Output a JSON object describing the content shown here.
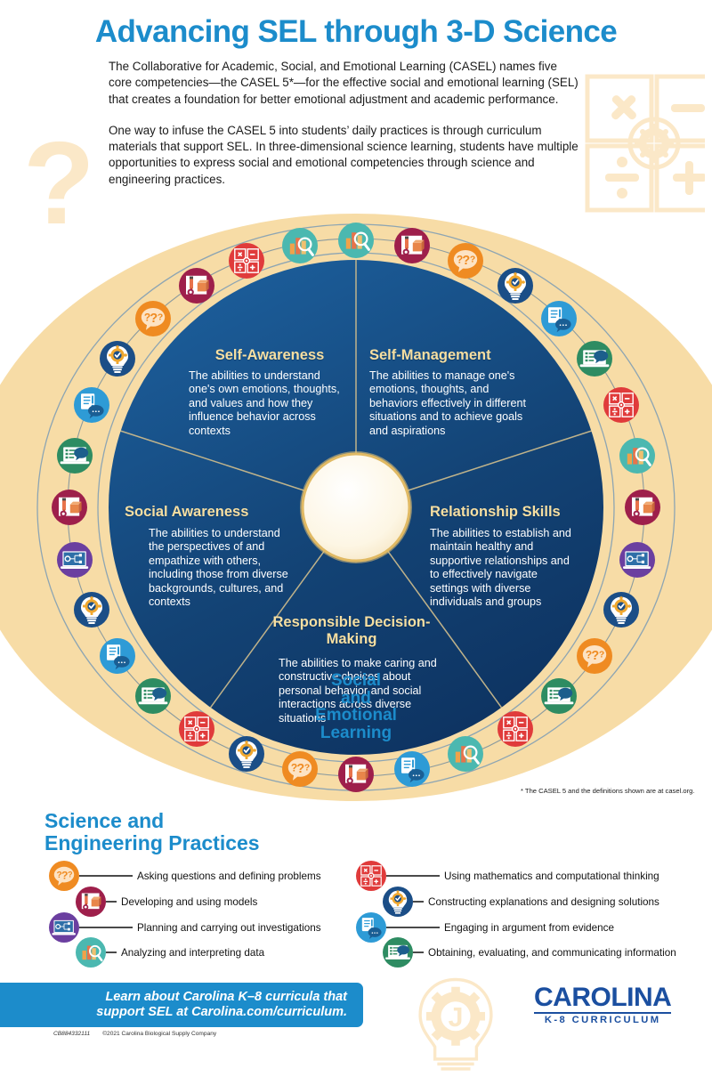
{
  "header": {
    "title": "Advancing SEL through 3-D Science",
    "paragraph1": "The Collaborative for Academic, Social, and Emotional Learning (CASEL) names five core competencies—the CASEL 5*—for the effective social and emotional learning (SEL) that creates a foundation for better emotional adjustment and academic performance.",
    "paragraph2": "One way to infuse the CASEL 5 into students’ daily practices is through curriculum materials that support SEL. In three-dimensional science learning, students have multiple opportunities to express social and emotional competencies through science and engineering practices."
  },
  "wheel": {
    "center_label": "Social and Emotional Learning",
    "center_line1": "Social",
    "center_line2": "and",
    "center_line3": "Emotional",
    "center_line4": "Learning",
    "segments": [
      {
        "id": "self-awareness",
        "title": "Self-Awareness",
        "body": "The abilities to understand one's own emotions, thoughts, and values and how they influence behavior across contexts"
      },
      {
        "id": "self-management",
        "title": "Self-Management",
        "body": "The abilities to manage one's emotions, thoughts, and behaviors effectively in different situations and to achieve goals and aspirations"
      },
      {
        "id": "relationship-skills",
        "title": "Relationship Skills",
        "body": "The abilities to establish and maintain healthy and supportive relationships and to effectively navigate settings with diverse individuals and groups"
      },
      {
        "id": "responsible-decision-making",
        "title": "Responsible Decision-Making",
        "body": "The abilities to make caring and constructive choices about personal behavior and social interactions across diverse situations"
      },
      {
        "id": "social-awareness",
        "title": "Social Awareness",
        "body": "The abilities to understand the perspectives of and empathize with others, including those from diverse backgrounds, cultures, and contexts"
      }
    ],
    "footnote": "* The CASEL 5 and the definitions shown are at casel.org."
  },
  "legend": {
    "title_line1": "Science and",
    "title_line2": "Engineering Practices",
    "items": [
      {
        "icon": "asking-questions-icon",
        "label": "Asking questions and defining problems",
        "color": "#EF8B22"
      },
      {
        "icon": "developing-models-icon",
        "label": "Developing and using models",
        "color": "#9E1F4B"
      },
      {
        "icon": "planning-investigations-icon",
        "label": "Planning and carrying out investigations",
        "color": "#6B3FA0"
      },
      {
        "icon": "analyzing-data-icon",
        "label": "Analyzing and interpreting data",
        "color": "#4BB8B0"
      },
      {
        "icon": "using-mathematics-icon",
        "label": "Using mathematics and computational thinking",
        "color": "#E03B3B"
      },
      {
        "icon": "constructing-explanations-icon",
        "label": "Constructing explanations and designing solutions",
        "color": "#1B4E87"
      },
      {
        "icon": "engaging-argument-icon",
        "label": "Engaging in argument from evidence",
        "color": "#2E9BD6"
      },
      {
        "icon": "obtaining-information-icon",
        "label": "Obtaining, evaluating, and communicating information",
        "color": "#2E8C62"
      }
    ]
  },
  "footer": {
    "cta_line1": "Learn about Carolina K–8 curricula that",
    "cta_line2": "support SEL at Carolina.com/curriculum.",
    "code": "CB884332111",
    "copyright": "©2021 Carolina Biological Supply Company",
    "logo_main": "CAROLINA",
    "logo_sub": "K-8 CURRICULUM"
  },
  "colors": {
    "brand_blue": "#1C8CCB",
    "wheel_ring": "#F7DCA6",
    "wheel_inner": "#123F73",
    "heading_gold": "#F6DFA2",
    "logo_blue": "#1B4FA0"
  },
  "ring_icons": [
    "analyzing-data-icon",
    "developing-models-icon",
    "asking-questions-icon",
    "constructing-explanations-icon",
    "engaging-argument-icon",
    "obtaining-information-icon",
    "using-mathematics-icon",
    "analyzing-data-icon",
    "developing-models-icon",
    "planning-investigations-icon",
    "constructing-explanations-icon",
    "asking-questions-icon",
    "obtaining-information-icon",
    "using-mathematics-icon",
    "analyzing-data-icon",
    "engaging-argument-icon",
    "developing-models-icon",
    "asking-questions-icon",
    "constructing-explanations-icon",
    "using-mathematics-icon",
    "obtaining-information-icon",
    "engaging-argument-icon",
    "constructing-explanations-icon",
    "planning-investigations-icon",
    "developing-models-icon",
    "obtaining-information-icon",
    "engaging-argument-icon",
    "constructing-explanations-icon",
    "asking-questions-icon",
    "developing-models-icon",
    "using-mathematics-icon",
    "analyzing-data-icon"
  ]
}
